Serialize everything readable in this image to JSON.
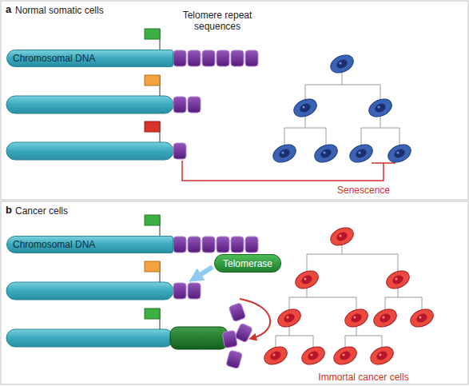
{
  "diagram": {
    "nodes": [
      {
        "text": [
          "Chromosomal DNA"
        ]
      },
      {
        "text": [
          "Chromosomal DNA"
        ]
      },
      {
        "text": [
          "Telomerase"
        ]
      }
    ],
    "labels": [
      "a",
      "Normal somatic cells",
      "Telomere repeat sequences",
      "Senescence",
      "b",
      "Cancer cells",
      "Immortal cancer cells"
    ]
  }
}
